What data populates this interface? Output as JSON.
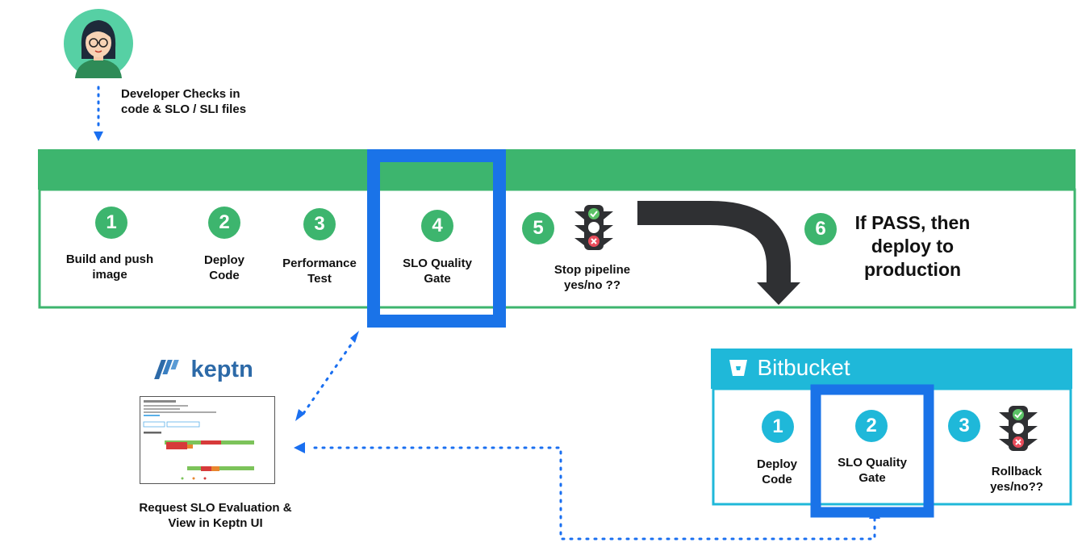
{
  "developer": {
    "caption_line1": "Developer Checks in",
    "caption_line2": "code & SLO / SLI files"
  },
  "pipeline": {
    "steps": [
      {
        "number": "1",
        "line1": "Build and push",
        "line2": "image"
      },
      {
        "number": "2",
        "line1": "Deploy",
        "line2": "Code"
      },
      {
        "number": "3",
        "line1": "Performance",
        "line2": "Test"
      },
      {
        "number": "4",
        "line1": "SLO Quality",
        "line2": "Gate"
      },
      {
        "number": "5",
        "line1": "Stop pipeline",
        "line2": "yes/no ??"
      },
      {
        "number": "6",
        "line1": "If PASS, then",
        "line2": "deploy to",
        "line3": "production"
      }
    ]
  },
  "keptn": {
    "logo_text": "keptn",
    "caption_line1": "Request SLO Evaluation &",
    "caption_line2": "View in Keptn UI"
  },
  "bitbucket": {
    "logo_text": "Bitbucket",
    "steps": [
      {
        "number": "1",
        "line1": "Deploy",
        "line2": "Code"
      },
      {
        "number": "2",
        "line1": "SLO Quality",
        "line2": "Gate"
      },
      {
        "number": "3",
        "line1": "Rollback",
        "line2": "yes/no??"
      }
    ]
  },
  "colors": {
    "pipeline_green": "#3db56e",
    "highlight_blue": "#1a73e8",
    "bitbucket_teal": "#1fb8d9",
    "dotted_arrow": "#1a6ff0",
    "arrow_dark": "#2f3033"
  },
  "icons": [
    "developer-avatar-icon",
    "traffic-light-icon",
    "keptn-logo-icon",
    "bitbucket-logo-icon",
    "keptn-ui-screenshot"
  ]
}
